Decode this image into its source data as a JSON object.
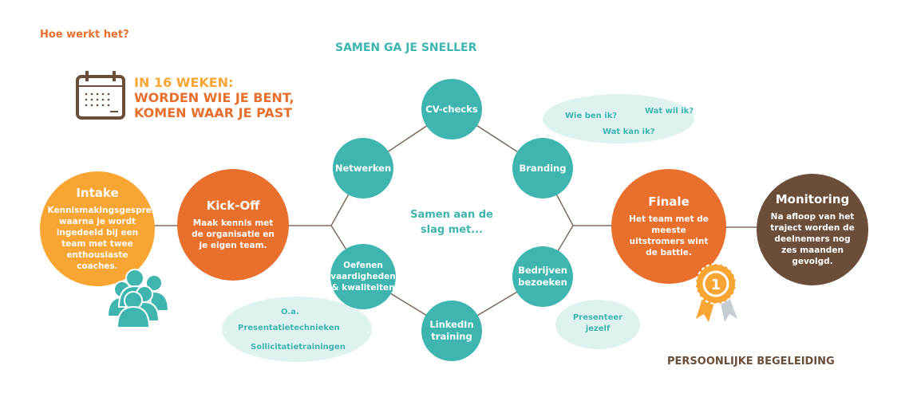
{
  "header": {
    "question": "Hoe werkt het?",
    "tagline": "SAMEN GA JE SNELLER",
    "weeks": "IN 16 WEKEN:",
    "line1": "WORDEN WIE JE BENT,",
    "line2": "KOMEN WAAR JE PAST"
  },
  "intake": {
    "title": "Intake",
    "desc": "Kennismakingsgesprek, waarna je wordt ingedeeld bij een team met twee enthousiaste coaches."
  },
  "kickoff": {
    "title": "Kick-Off",
    "desc": "Maak kennis met de organisatie en je eigen team."
  },
  "center": "Samen aan de slag met...",
  "hex": {
    "cv": "CV-checks",
    "branding": "Branding",
    "bedrijven": "Bedrijven bezoeken",
    "linkedin": "LinkedIn training",
    "oefenen": "Oefenen vaardigheden & kwaliteiten",
    "netwerken": "Netwerken"
  },
  "bubble_questions": {
    "q1": "Wie ben ik?",
    "q2": "Wat wil ik?",
    "q3": "Wat kan ik?"
  },
  "bubble_training": {
    "oa": "O.a.",
    "t1": "Presentatietechnieken",
    "t2": "Sollicitatietrainingen"
  },
  "bubble_present": "Presenteer jezelf",
  "finale": {
    "title": "Finale",
    "desc": "Het team met de meeste uitstromers wint de battle."
  },
  "monitoring": {
    "title": "Monitoring",
    "desc": "Na afloop van het traject worden de deelnemers nog zes maanden gevolgd."
  },
  "footer": "PERSOONLIJKE BEGELEIDING",
  "colors": {
    "orange": "#e96f2d",
    "yellow": "#f9a533",
    "teal": "#3fb5b0",
    "brown": "#6b4e3a",
    "bubble": "#def2f0"
  }
}
